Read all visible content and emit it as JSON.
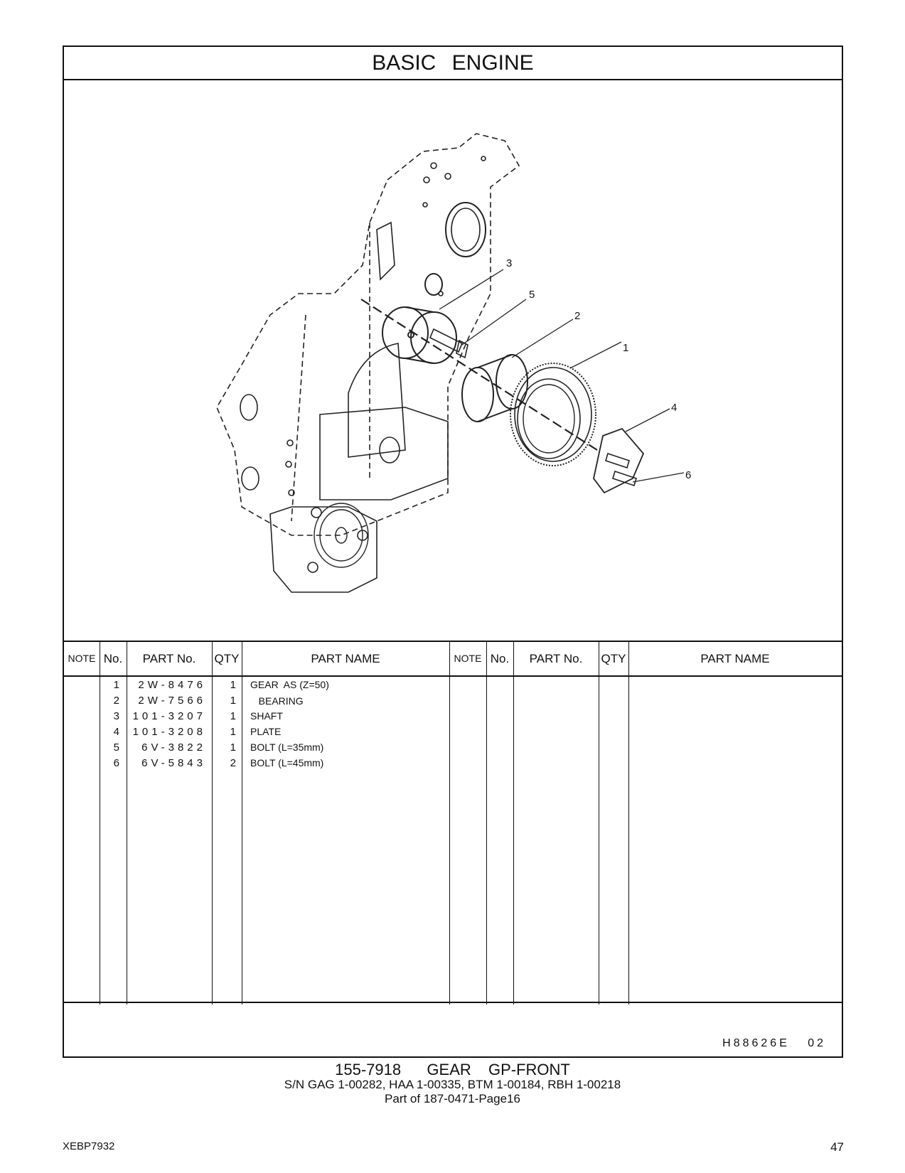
{
  "section_title": "BASIC   ENGINE",
  "callouts": [
    "3",
    "5",
    "2",
    "1",
    "4",
    "6"
  ],
  "table": {
    "headers": {
      "note": "NOTE",
      "no": "No.",
      "part_no": "PART No.",
      "qty": "QTY",
      "part_name": "PART NAME"
    },
    "rows": [
      {
        "no": "1",
        "part_no": "2W-8476",
        "qty": "1",
        "name": "GEAR  AS (Z=50)"
      },
      {
        "no": "2",
        "part_no": "2W-7566",
        "qty": "1",
        "name": "   BEARING"
      },
      {
        "no": "3",
        "part_no": "101-3207",
        "qty": "1",
        "name": "SHAFT"
      },
      {
        "no": "4",
        "part_no": "101-3208",
        "qty": "1",
        "name": "PLATE"
      },
      {
        "no": "5",
        "part_no": "6V-3822",
        "qty": "1",
        "name": "BOLT (L=35mm)"
      },
      {
        "no": "6",
        "part_no": "6V-5843",
        "qty": "2",
        "name": "BOLT (L=45mm)"
      }
    ]
  },
  "illustration_code": "H88626E   02",
  "footer": {
    "group": "155-7918   GEAR  GP-FRONT",
    "serials": "S/N GAG 1-00282, HAA 1-00335, BTM 1-00184, RBH 1-00218",
    "part_of": "Part of 187-0471-Page16"
  },
  "doc_number": "XEBP7932",
  "page_number": "47"
}
